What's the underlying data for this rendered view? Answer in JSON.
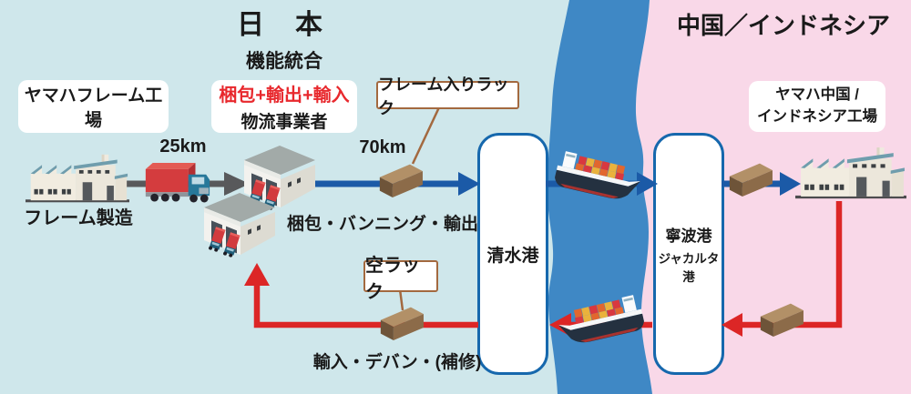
{
  "titles": {
    "japan": "日　本",
    "overseas": "中国／インドネシア"
  },
  "integration": {
    "heading": "機能統合",
    "functions": "梱包+輸出+輸入",
    "operator": "物流事業者"
  },
  "factories": {
    "japan": {
      "name": "ヤマハフレーム工場",
      "caption": "フレーム製造"
    },
    "overseas": {
      "name_line1": "ヤマハ中国 /",
      "name_line2": "インドネシア工場"
    }
  },
  "distances": {
    "factory_to_hub": "25km",
    "hub_to_port": "70km"
  },
  "ports": {
    "japan": "清水港",
    "overseas_line1": "寧波港",
    "overseas_line2": "ジャカルタ港"
  },
  "racks": {
    "loaded": "フレーム入りラック",
    "empty": "空ラック"
  },
  "processes": {
    "outbound": "梱包・バンニング・輸出",
    "inbound": "輸入・デバン・(補修)"
  },
  "colors": {
    "japan_bg": "#cfe7eb",
    "overseas_bg": "#f9d8e8",
    "sea_band": "#3f88c5",
    "flow_blue": "#1b5aa7",
    "flow_red": "#dc2626",
    "flow_gray": "#58595b",
    "tag_border": "#a3693f",
    "port_border": "#1668ad",
    "function_text_red": "#e8282d"
  }
}
